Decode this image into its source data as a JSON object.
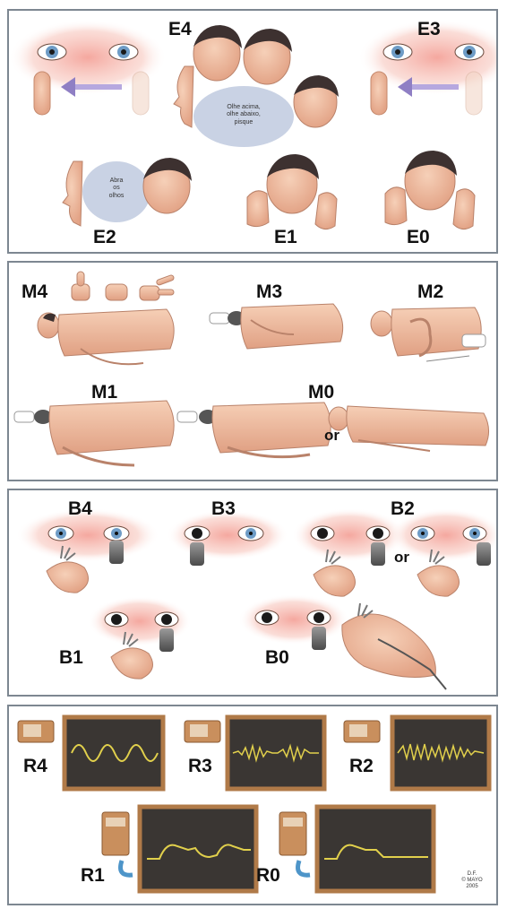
{
  "eye_panel": {
    "labels": {
      "e4": "E4",
      "e3": "E3",
      "e2": "E2",
      "e1": "E1",
      "e0": "E0"
    },
    "speech_e4": [
      "Olhe acima,",
      "olhe abaixo,",
      "pisque"
    ],
    "speech_e2": [
      "Abra",
      "os",
      "olhos"
    ]
  },
  "motor_panel": {
    "labels": {
      "m4": "M4",
      "m3": "M3",
      "m2": "M2",
      "m1": "M1",
      "m0": "M0"
    },
    "or": "or"
  },
  "brainstem_panel": {
    "labels": {
      "b4": "B4",
      "b3": "B3",
      "b2": "B2",
      "b1": "B1",
      "b0": "B0"
    },
    "or": "or"
  },
  "respiration_panel": {
    "labels": {
      "r4": "R4",
      "r3": "R3",
      "r2": "R2",
      "r1": "R1",
      "r0": "R0"
    },
    "credit": [
      "D.F.",
      "© MAYO",
      "2005"
    ]
  },
  "colors": {
    "skin": "#f2c1a5",
    "skin_shadow": "#d99a7d",
    "hair": "#3d3130",
    "iris": "#6e9cc6",
    "glow": "#f4a39a",
    "panel_border": "#7d8791",
    "monitor_frame": "#b07a48",
    "monitor_screen": "#3a3633",
    "waveform": "#e1d04c",
    "arrow": "#8f7fc4"
  }
}
